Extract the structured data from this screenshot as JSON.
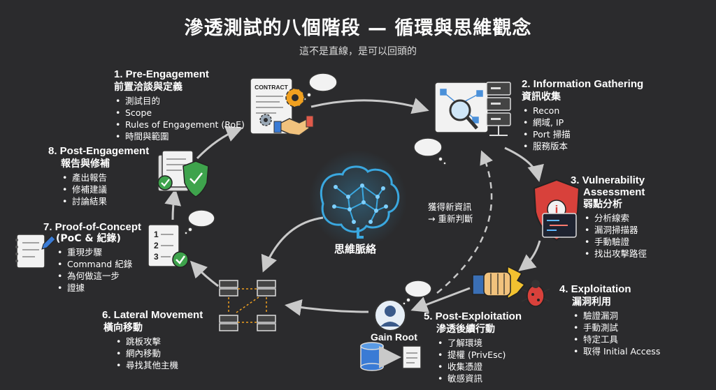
{
  "header": {
    "title": "滲透測試的八個階段 — 循環與思維觀念",
    "subtitle": "這不是直線，是可以回頭的"
  },
  "center": {
    "label": "思維脈絡",
    "loop_note_line1": "獲得新資訊",
    "loop_note_line2": "→ 重新判斷"
  },
  "icons": {
    "contract_label": "CONTRACT",
    "gain_root_label": "Gain Root"
  },
  "stages": [
    {
      "id": 1,
      "title": "1. Pre-Engagement",
      "subtitle": "前置洽談與定義",
      "items": [
        "測試目的",
        "Scope",
        "Rules of Engagement (RoE)",
        "時間與範圍"
      ]
    },
    {
      "id": 2,
      "title": "2. Information Gathering",
      "subtitle": "資訊收集",
      "items": [
        "Recon",
        "網域, IP",
        "Port 掃描",
        "服務版本"
      ]
    },
    {
      "id": 3,
      "title_line1": "3. Vulnerability",
      "title_line2": "Assessment",
      "subtitle": "弱點分析",
      "items": [
        "分析線索",
        "漏洞掃描器",
        "手動驗證",
        "找出攻擊路徑"
      ]
    },
    {
      "id": 4,
      "title": "4. Exploitation",
      "subtitle": "漏洞利用",
      "items": [
        "驗證漏洞",
        "手動測試",
        "特定工具",
        "取得 Initial Access"
      ]
    },
    {
      "id": 5,
      "title": "5. Post-Exploitation",
      "subtitle": "滲透後續行動",
      "items": [
        "了解環境",
        "提權 (PrivEsc)",
        "收集憑證",
        "敏感資訊"
      ]
    },
    {
      "id": 6,
      "title": "6. Lateral Movement",
      "subtitle": "橫向移動",
      "items": [
        "跳板攻擊",
        "網內移動",
        "尋找其他主機"
      ]
    },
    {
      "id": 7,
      "title_line1": "7. Proof-of-Concept",
      "title_line2": "(PoC & 紀錄)",
      "items": [
        "重現步驟",
        "Command 紀錄",
        "為何做這一步",
        "證據"
      ]
    },
    {
      "id": 8,
      "title": "8. Post-Engagement",
      "subtitle": "報告與修補",
      "items": [
        "產出報告",
        "修補建議",
        "討論結果"
      ]
    }
  ],
  "colors": {
    "background": "#2b2b2d",
    "brain": "#3aa8e0",
    "shield_red": "#d8413b",
    "check_green": "#3ea34c",
    "arrow": "#c9c9c9",
    "paper": "#f2f2f2"
  }
}
